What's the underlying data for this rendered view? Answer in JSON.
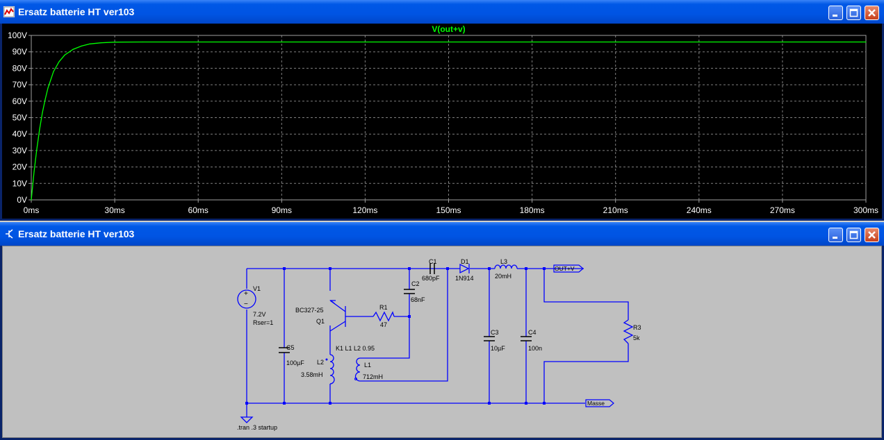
{
  "plot_window": {
    "title": "Ersatz batterie HT ver103",
    "icon": "waveform-icon",
    "controls": [
      "minimize-icon",
      "maximize-icon",
      "close-icon"
    ]
  },
  "schematic_window": {
    "title": "Ersatz batterie HT ver103",
    "icon": "schematic-icon",
    "controls": [
      "minimize-icon",
      "maximize-icon",
      "close-icon"
    ]
  },
  "chart_data": {
    "type": "line",
    "title": "V(out+v)",
    "series": [
      {
        "name": "V(out+v)",
        "color": "#00ff00",
        "x": [
          0,
          1,
          2,
          3,
          4,
          5,
          6,
          7,
          8,
          10,
          12,
          15,
          18,
          21,
          25,
          30,
          40,
          60,
          90,
          120,
          150,
          180,
          210,
          240,
          270,
          300
        ],
        "y": [
          0,
          17,
          31,
          43,
          53,
          61,
          68,
          73,
          78,
          84,
          88,
          91.5,
          93.5,
          94.8,
          95.5,
          95.9,
          96,
          96,
          96,
          96,
          96,
          96,
          96,
          96,
          96,
          96
        ]
      }
    ],
    "x_ticks": [
      "0ms",
      "30ms",
      "60ms",
      "90ms",
      "120ms",
      "150ms",
      "180ms",
      "210ms",
      "240ms",
      "270ms",
      "300ms"
    ],
    "y_ticks": [
      "0V",
      "10V",
      "20V",
      "30V",
      "40V",
      "50V",
      "60V",
      "70V",
      "80V",
      "90V",
      "100V"
    ],
    "xlim": [
      0,
      300
    ],
    "ylim": [
      0,
      100
    ],
    "x_unit": "ms",
    "y_unit": "V",
    "grid": true,
    "background": "#000000",
    "axis_color": "#a0a0a0",
    "label_color": "#ffffff",
    "title_color": "#00ff00"
  },
  "schematic": {
    "wire_color": "#0000ff",
    "labels": {
      "v1": "V1",
      "v1_value": "7.2V",
      "v1_rser": "Rser=1",
      "c5": "C5",
      "c5_value": "100µF",
      "q1_model": "BC327-25",
      "q1": "Q1",
      "r1": "R1",
      "r1_value": "47",
      "c2": "C2",
      "c2_value": "68nF",
      "c1": "C1",
      "c1_value": "680pF",
      "d1": "D1",
      "d1_model": "1N914",
      "l3": "L3",
      "l3_value": "20mH",
      "k1": "K1  L1  L2  0.95",
      "l2": "L2",
      "l2_value": "3.58mH",
      "l1": "L1",
      "l1_value": "712mH",
      "c3": "C3",
      "c3_value": "10µF",
      "c4": "C4",
      "c4_value": "100n",
      "r3": "R3",
      "r3_value": "5k",
      "out_flag": "OUT+V",
      "gnd_flag": "Masse",
      "directive": ".tran .3 startup"
    }
  }
}
